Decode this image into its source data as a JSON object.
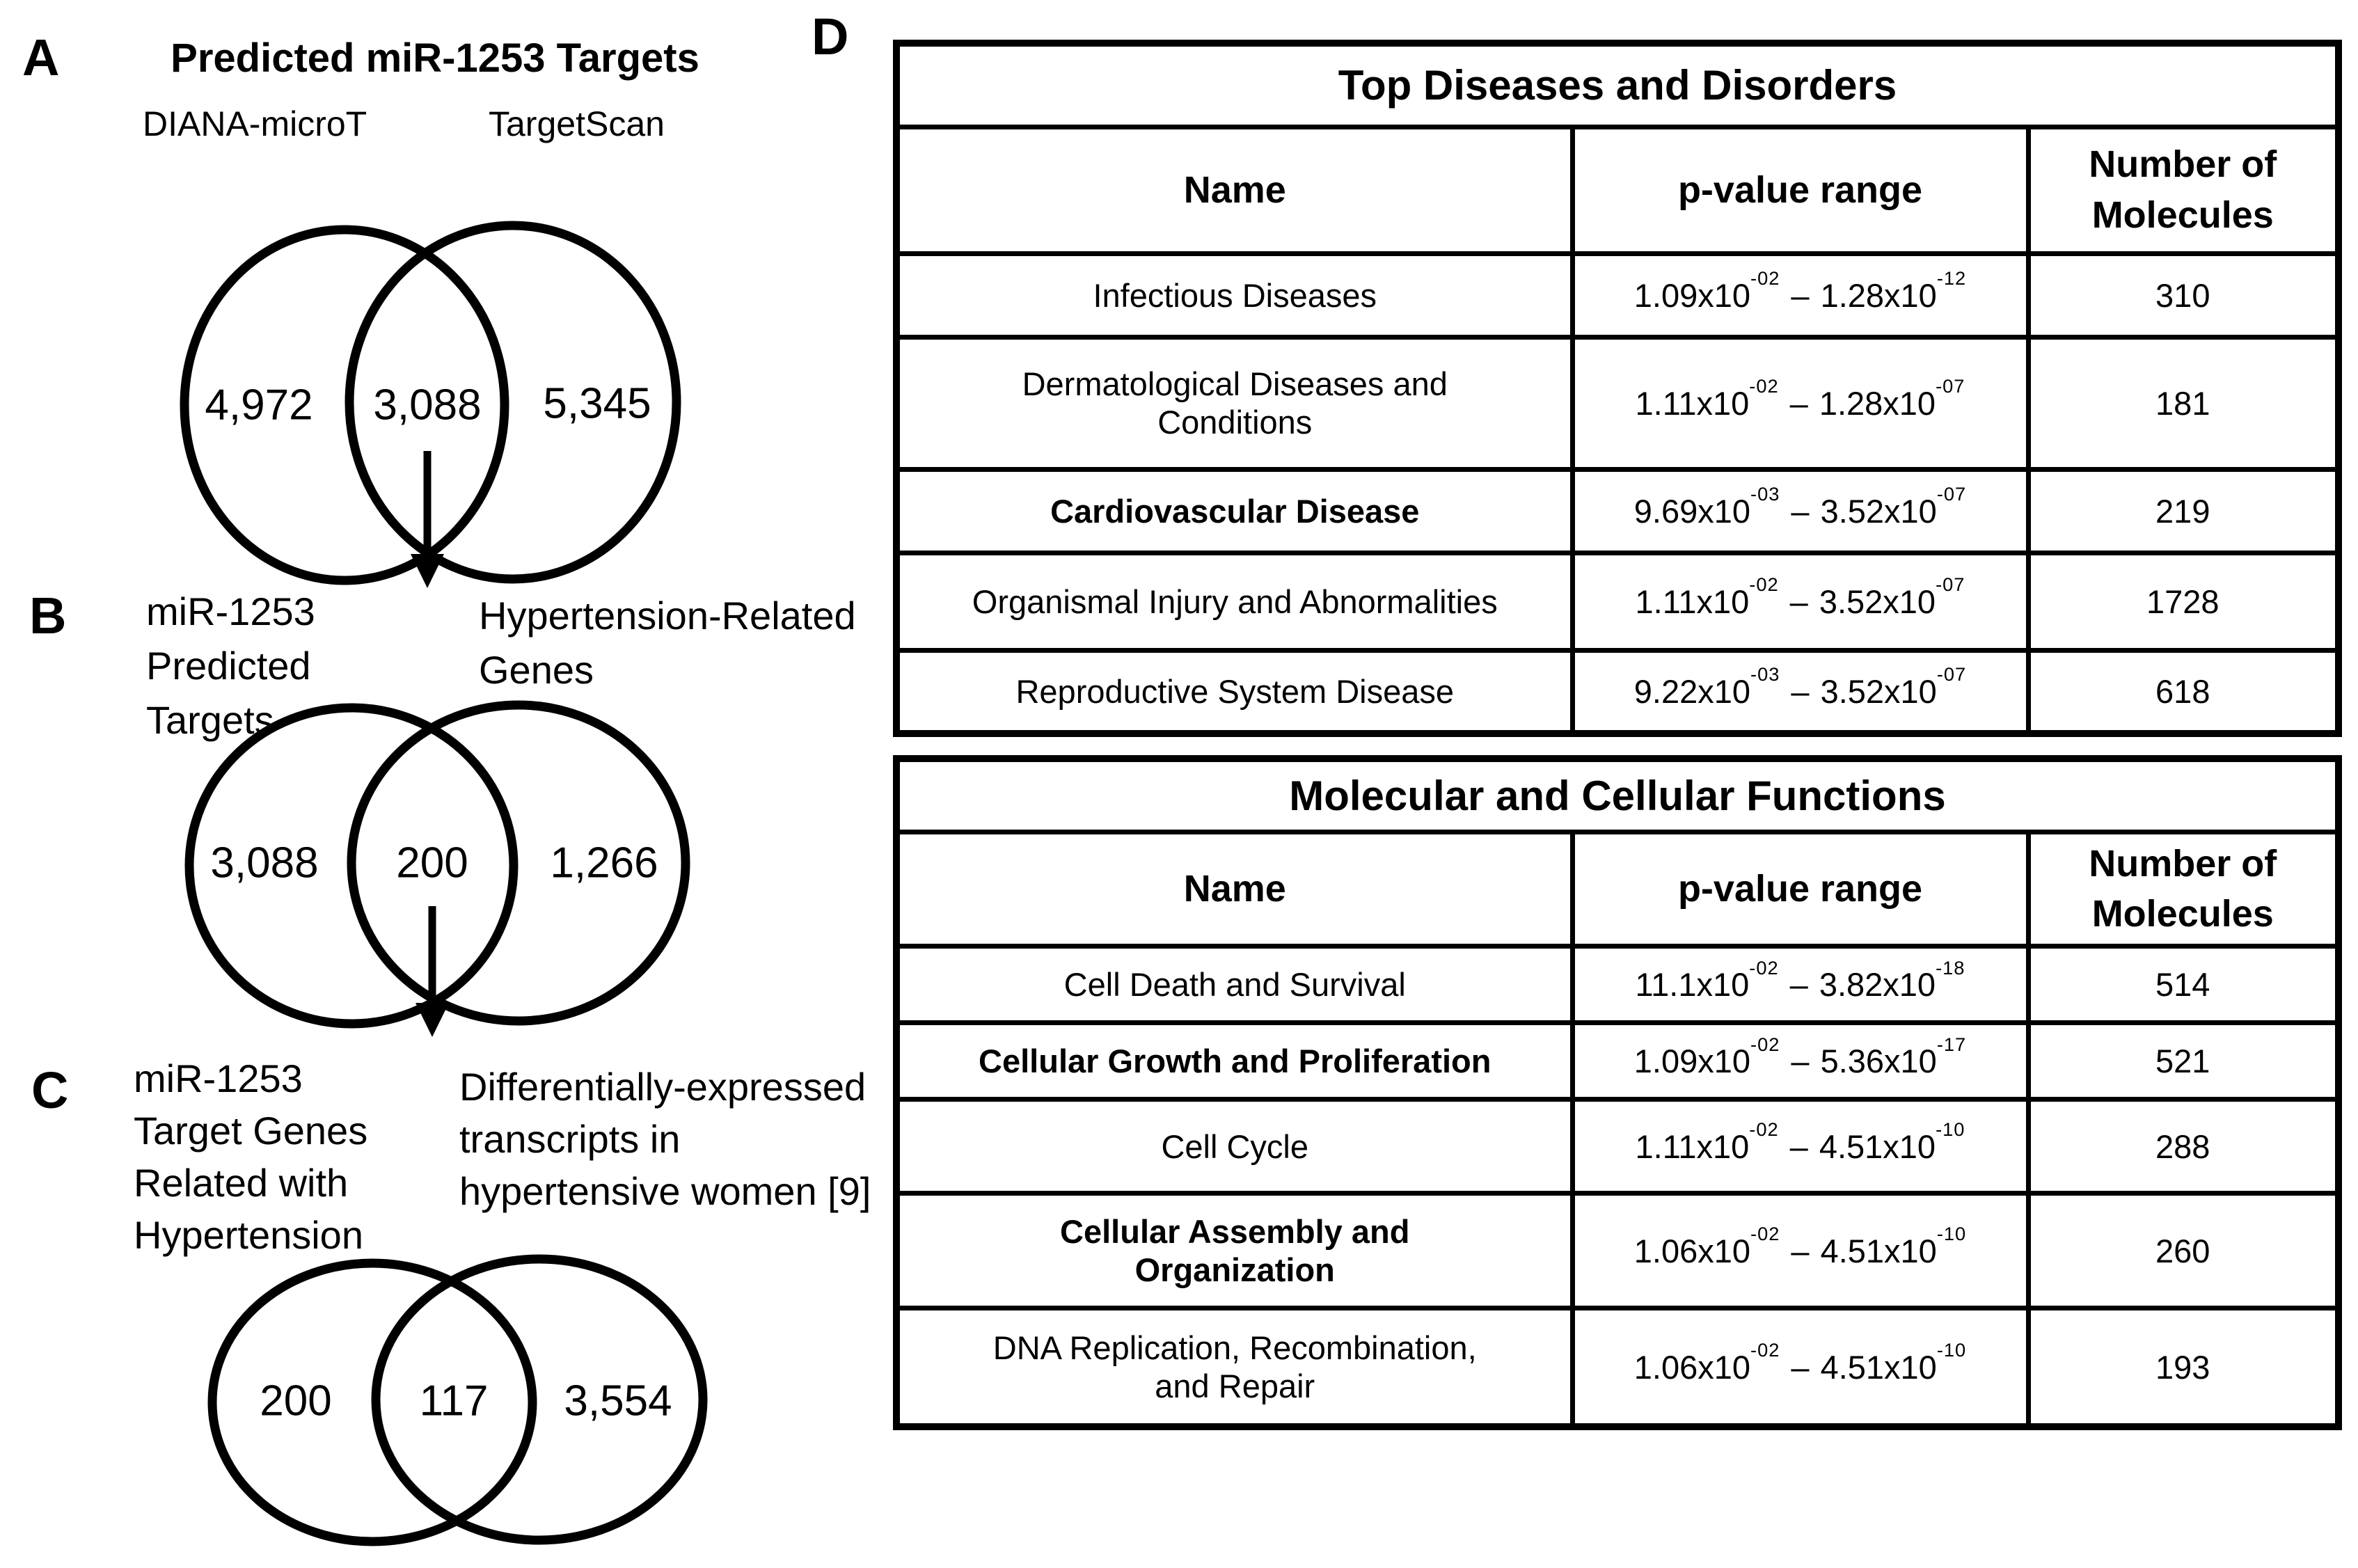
{
  "figure": {
    "background": "#ffffff",
    "ink": "#000000"
  },
  "panel_a": {
    "label": "A",
    "title": "Predicted miR-1253 Targets",
    "left_set_label": "DIANA-microT",
    "right_set_label": "TargetScan",
    "left_count": "4,972",
    "overlap_count": "3,088",
    "right_count": "5,345"
  },
  "panel_b": {
    "label": "B",
    "left_set_label": "miR-1253\nPredicted\nTargets",
    "right_set_label": "Hypertension-Related\nGenes",
    "left_count": "3,088",
    "overlap_count": "200",
    "right_count": "1,266"
  },
  "panel_c": {
    "label": "C",
    "left_set_label": "miR-1253\nTarget Genes\nRelated with\nHypertension",
    "right_set_label": "Differentially-expressed\ntranscripts in\nhypertensive women [9]",
    "left_count": "200",
    "overlap_count": "117",
    "right_count": "3,554"
  },
  "panel_d": {
    "label": "D",
    "dash": "–",
    "tables": [
      {
        "title": "Top Diseases and Disorders",
        "col_name": "Name",
        "col_pvalue": "p-value range",
        "col_molecules": "Number of\nMolecules",
        "rows": [
          {
            "name": "Infectious Diseases",
            "m1": "1.09x10",
            "e1": "-02",
            "m2": "1.28x10",
            "e2": "-12",
            "n": "310"
          },
          {
            "name": "Dermatological Diseases and\nConditions",
            "m1": "1.11x10",
            "e1": "-02",
            "m2": "1.28x10",
            "e2": "-07",
            "n": "181"
          },
          {
            "name": "Cardiovascular Disease",
            "m1": "9.69x10",
            "e1": "-03",
            "m2": "3.52x10",
            "e2": "-07",
            "n": "219"
          },
          {
            "name": "Organismal Injury and Abnormalities",
            "m1": "1.11x10",
            "e1": "-02",
            "m2": "3.52x10",
            "e2": "-07",
            "n": "1728"
          },
          {
            "name": "Reproductive System Disease",
            "m1": "9.22x10",
            "e1": "-03",
            "m2": "3.52x10",
            "e2": "-07",
            "n": "618"
          }
        ]
      },
      {
        "title": "Molecular and Cellular Functions",
        "col_name": "Name",
        "col_pvalue": "p-value range",
        "col_molecules": "Number of\nMolecules",
        "rows": [
          {
            "name": "Cell Death and Survival",
            "m1": "11.1x10",
            "e1": "-02",
            "m2": "3.82x10",
            "e2": "-18",
            "n": "514"
          },
          {
            "name": "Cellular Growth and Proliferation",
            "m1": "1.09x10",
            "e1": "-02",
            "m2": "5.36x10",
            "e2": "-17",
            "n": "521"
          },
          {
            "name": "Cell Cycle",
            "m1": "1.11x10",
            "e1": "-02",
            "m2": "4.51x10",
            "e2": "-10",
            "n": "288"
          },
          {
            "name": "Cellular Assembly and\nOrganization",
            "m1": "1.06x10",
            "e1": "-02",
            "m2": "4.51x10",
            "e2": "-10",
            "n": "260"
          },
          {
            "name": "DNA Replication, Recombination,\nand Repair",
            "m1": "1.06x10",
            "e1": "-02",
            "m2": "4.51x10",
            "e2": "-10",
            "n": "193"
          }
        ]
      }
    ]
  }
}
